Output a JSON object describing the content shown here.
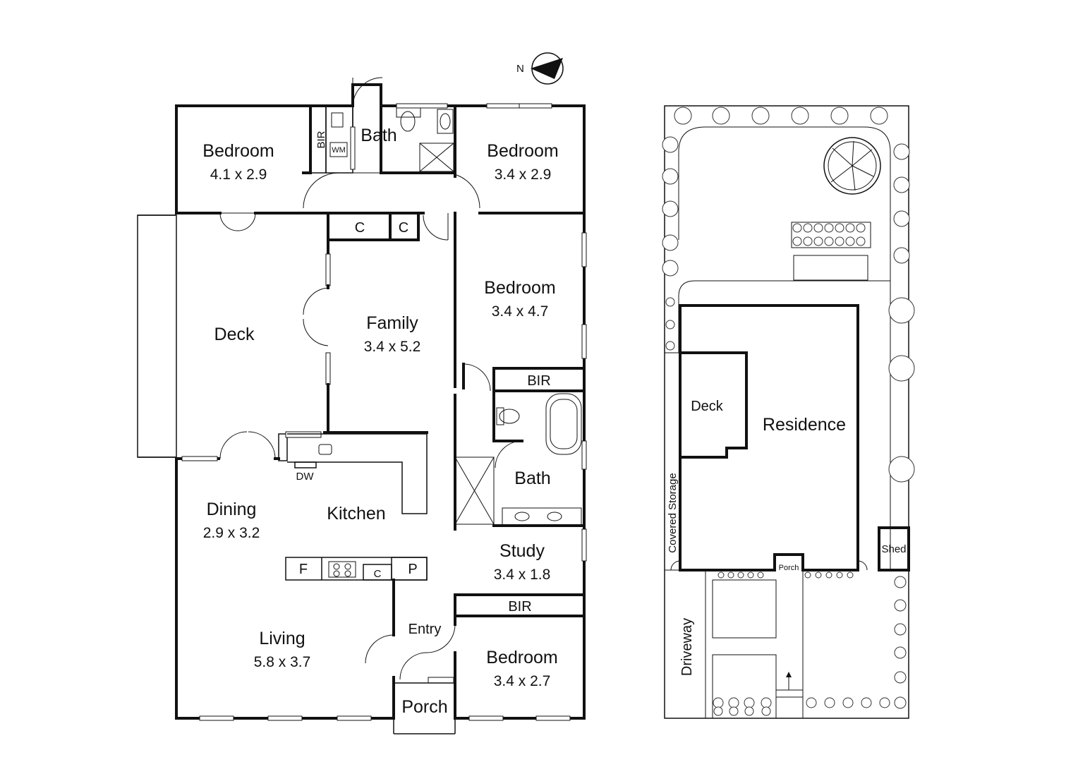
{
  "compass": {
    "label": "N"
  },
  "rooms": {
    "bedroom_nw": {
      "name": "Bedroom",
      "dims": "4.1 x 2.9"
    },
    "bir_nw": {
      "name": "BIR"
    },
    "wm": {
      "name": "WM"
    },
    "bath_north": {
      "name": "Bath"
    },
    "bedroom_ne": {
      "name": "Bedroom",
      "dims": "3.4 x 2.9"
    },
    "cupboard_1": {
      "name": "C"
    },
    "cupboard_2": {
      "name": "C"
    },
    "deck": {
      "name": "Deck"
    },
    "family": {
      "name": "Family",
      "dims": "3.4 x 5.2"
    },
    "bedroom_east": {
      "name": "Bedroom",
      "dims": "3.4 x 4.7"
    },
    "bir_east": {
      "name": "BIR"
    },
    "bath_east": {
      "name": "Bath"
    },
    "dw": {
      "name": "DW"
    },
    "dining": {
      "name": "Dining",
      "dims": "2.9 x 3.2"
    },
    "kitchen": {
      "name": "Kitchen"
    },
    "fridge": {
      "name": "F"
    },
    "cupboard_k": {
      "name": "C"
    },
    "pantry": {
      "name": "P"
    },
    "study": {
      "name": "Study",
      "dims": "3.4 x 1.8"
    },
    "bir_south": {
      "name": "BIR"
    },
    "entry": {
      "name": "Entry"
    },
    "living": {
      "name": "Living",
      "dims": "5.8 x 3.7"
    },
    "bedroom_se": {
      "name": "Bedroom",
      "dims": "3.4 x 2.7"
    },
    "porch": {
      "name": "Porch"
    }
  },
  "site": {
    "deck": "Deck",
    "residence": "Residence",
    "covered_storage": "Covered Storage",
    "shed": "Shed",
    "porch": "Porch",
    "driveway": "Driveway"
  }
}
